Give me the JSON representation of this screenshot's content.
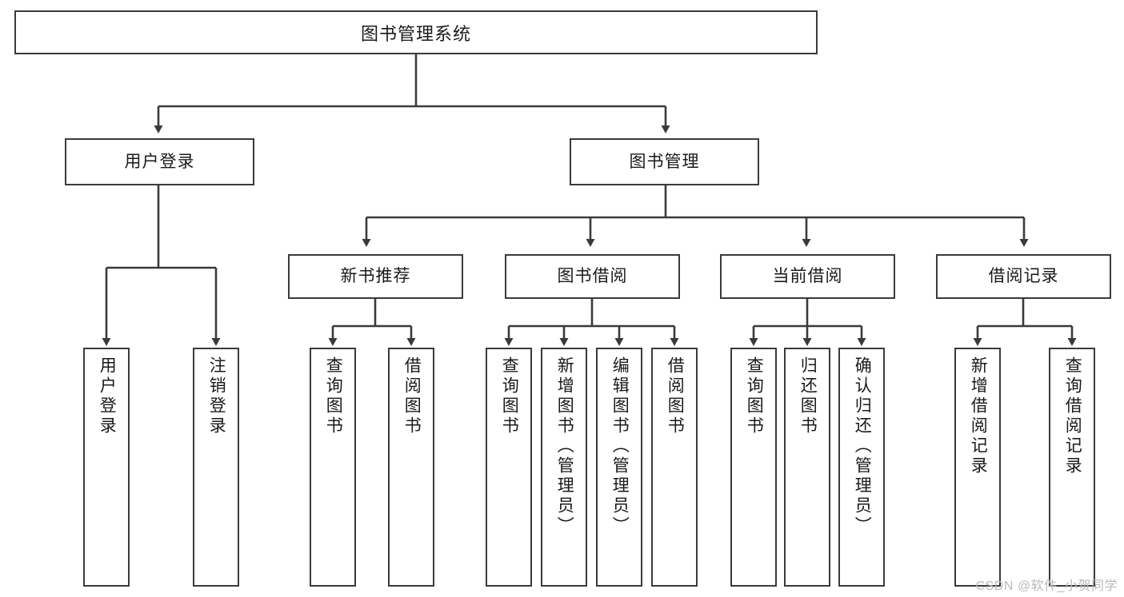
{
  "diagram": {
    "type": "tree",
    "title": "图书管理系统",
    "root": {
      "label": "图书管理系统"
    },
    "level1": [
      {
        "label": "用户登录"
      },
      {
        "label": "图书管理"
      }
    ],
    "level2": [
      {
        "label": "新书推荐",
        "parent": "图书管理"
      },
      {
        "label": "图书借阅",
        "parent": "图书管理"
      },
      {
        "label": "当前借阅",
        "parent": "图书管理"
      },
      {
        "label": "借阅记录",
        "parent": "图书管理"
      }
    ],
    "leaves": [
      {
        "label": "用户登录",
        "parent": "用户登录"
      },
      {
        "label": "注销登录",
        "parent": "用户登录"
      },
      {
        "label": "查询图书",
        "parent": "新书推荐"
      },
      {
        "label": "借阅图书",
        "parent": "新书推荐"
      },
      {
        "label": "查询图书",
        "parent": "图书借阅"
      },
      {
        "label": "新增图书（管理员）",
        "parent": "图书借阅"
      },
      {
        "label": "编辑图书（管理员）",
        "parent": "图书借阅"
      },
      {
        "label": "借阅图书",
        "parent": "图书借阅"
      },
      {
        "label": "查询图书",
        "parent": "当前借阅"
      },
      {
        "label": "归还图书",
        "parent": "当前借阅"
      },
      {
        "label": "确认归还（管理员）",
        "parent": "当前借阅"
      },
      {
        "label": "新增借阅记录",
        "parent": "借阅记录"
      },
      {
        "label": "查询借阅记录",
        "parent": "借阅记录"
      }
    ]
  },
  "watermark": {
    "text": "CSDN @软件_小贺同学"
  },
  "colors": {
    "border": "#3a3a3a",
    "background": "#ffffff",
    "text": "#1a1a1a",
    "watermark": "#b9b9b9"
  }
}
